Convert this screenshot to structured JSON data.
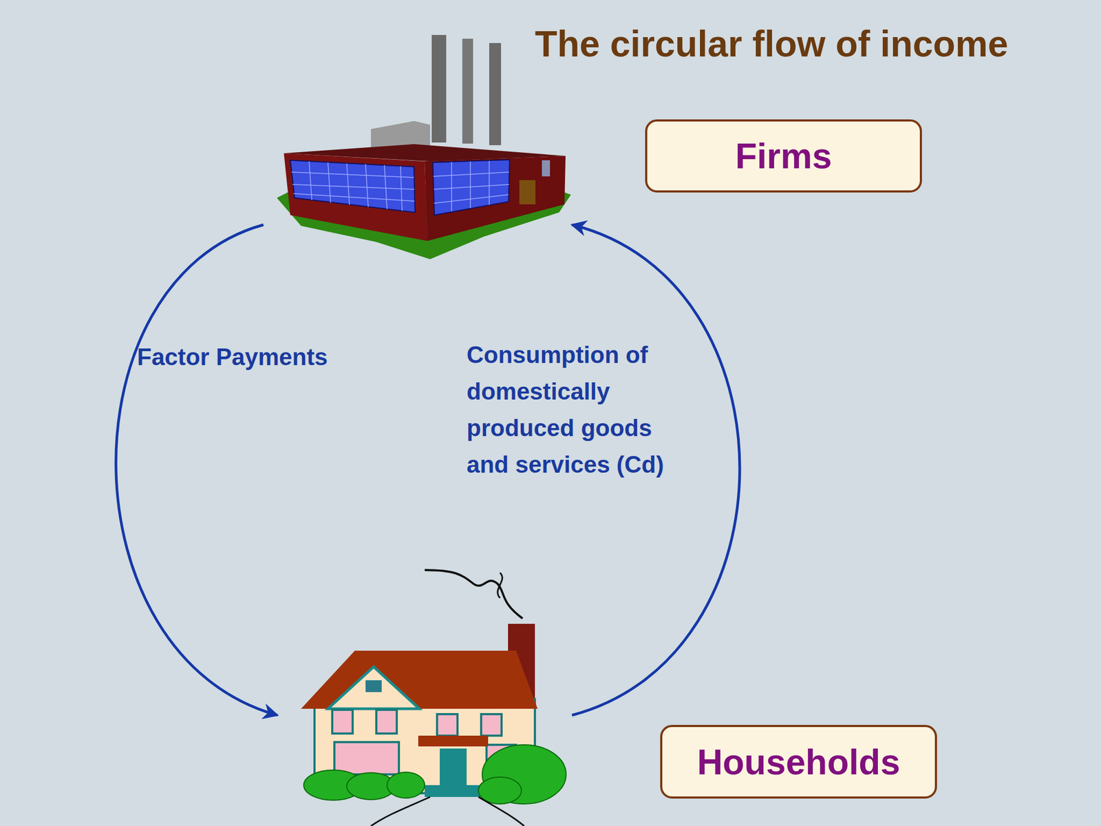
{
  "diagram": {
    "title": "The circular flow of income",
    "nodes": [
      {
        "text": [
          "Firms"
        ]
      },
      {
        "text": [
          "Households"
        ]
      }
    ],
    "edges": [
      {
        "from": 0,
        "to": 1,
        "arrow": "to",
        "label": "Factor Payments"
      },
      {
        "from": 1,
        "to": 0,
        "arrow": "to",
        "label": "Consumption of domestically produced goods and services (Cd)"
      }
    ]
  }
}
